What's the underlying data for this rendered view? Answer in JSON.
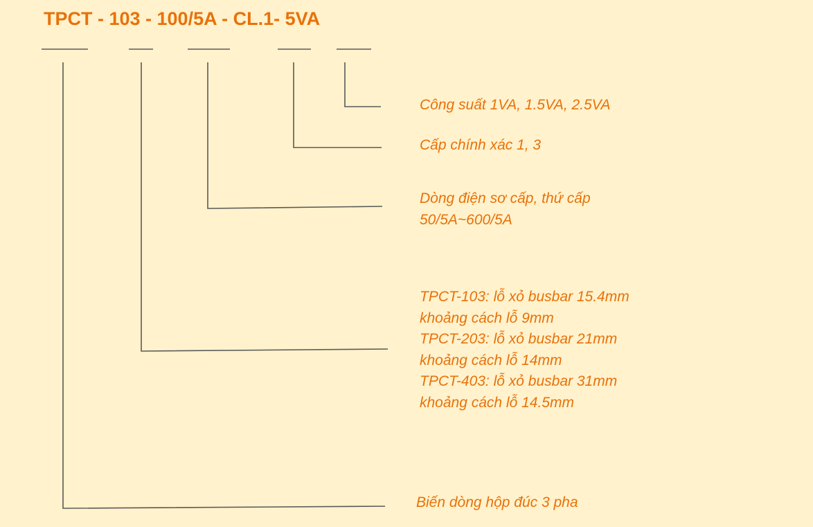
{
  "title": "TPCT - 103 - 100/5A - CL.1- 5VA",
  "descriptions": {
    "power": "Công suất 1VA, 1.5VA, 2.5VA",
    "accuracy": "Cấp chính xác 1, 3",
    "current": [
      "Dòng điện sơ cấp, thứ cấp",
      "50/5A~600/5A"
    ],
    "busbar": [
      "TPCT-103:   lỗ xỏ busbar 15.4mm",
      "khoảng cách lỗ 9mm",
      "TPCT-203:   lỗ xỏ busbar 21mm",
      "khoảng cách lỗ 14mm",
      "TPCT-403:   lỗ xỏ busbar 31mm",
      "khoảng cách lỗ 14.5mm"
    ],
    "type": "Biến dòng hộp đúc 3 pha"
  },
  "colors": {
    "background": "#fff2cc",
    "text": "#e8710a",
    "line": "#595959"
  }
}
